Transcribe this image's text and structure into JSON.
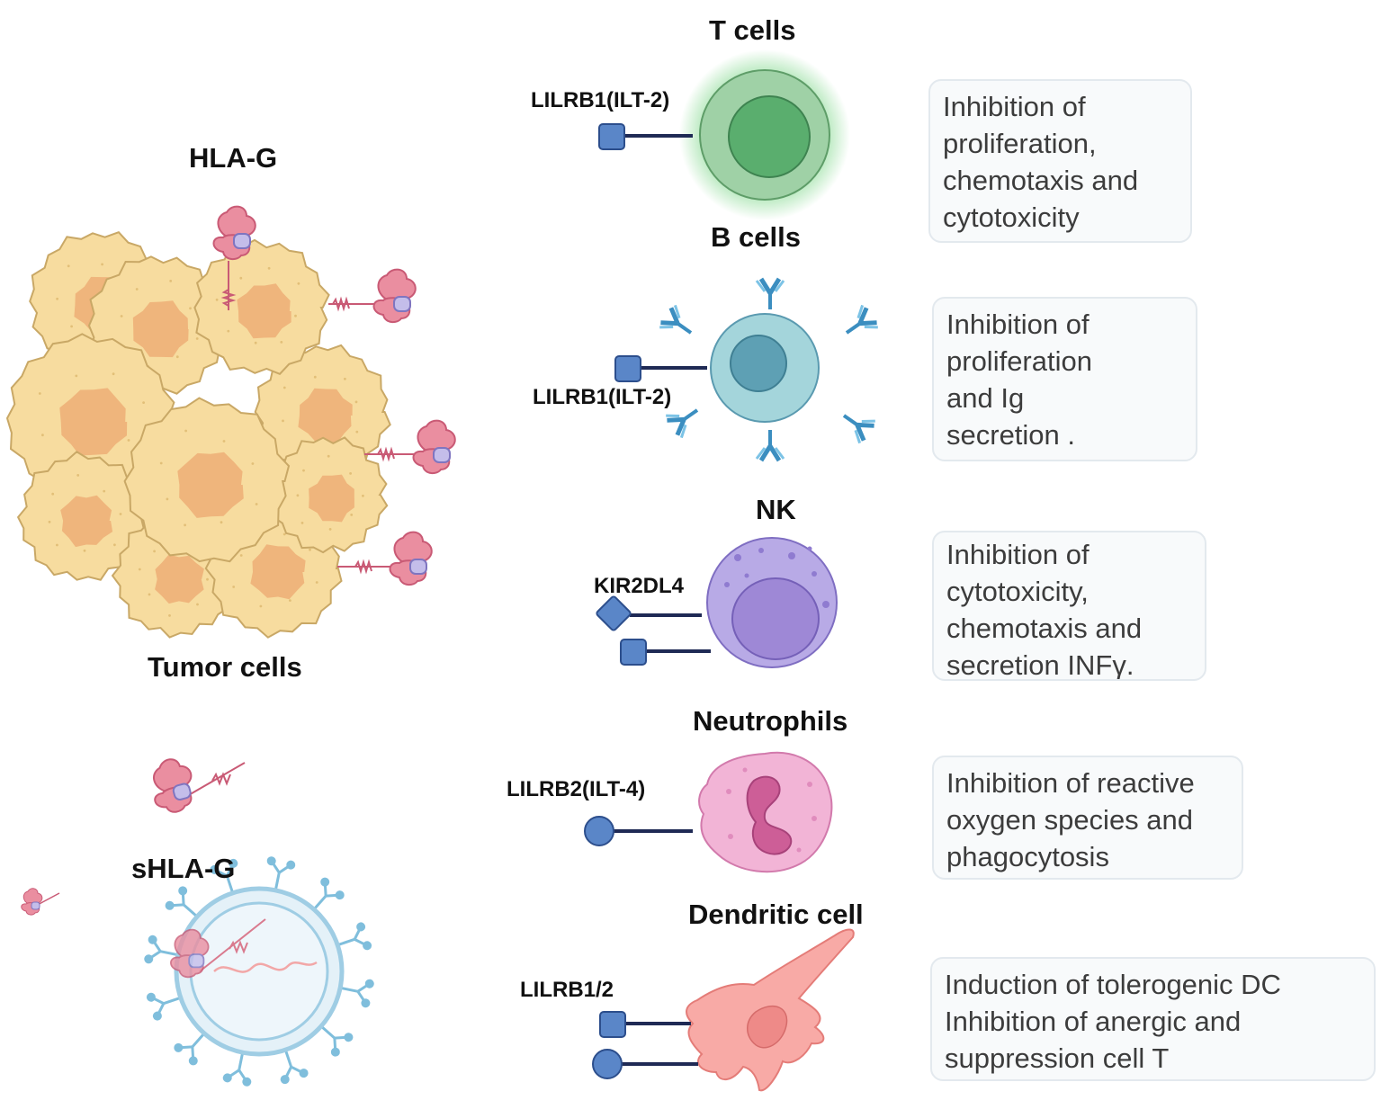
{
  "colors": {
    "tumor_fill": "#f7dc9f",
    "tumor_nucleus": "#efb57c",
    "hla_pink": "#e8889a",
    "hla_purple": "#b9b5e6",
    "receptor_blue": "#5a86c8",
    "receptor_stem": "#1f2a55",
    "t_cell": "#8fc79a",
    "b_cell": "#9cd0d6",
    "nk_cell": "#b4a5e4",
    "neutrophil": "#f1b1d4",
    "dendritic": "#f7a7a3",
    "exosome": "#7fbedc",
    "box_border": "#e3e9ee"
  },
  "left": {
    "hla_g_label": "HLA-G",
    "tumor_label": "Tumor cells",
    "shla_g_label": "sHLA-G"
  },
  "cells": [
    {
      "name": "T cells",
      "receptor": "LILRB1(ILT-2)",
      "effect": [
        "Inhibition of",
        "proliferation,",
        "chemotaxis and",
        "cytotoxicity"
      ]
    },
    {
      "name": "B cells",
      "receptor": "LILRB1(ILT-2)",
      "effect": [
        "Inhibition of",
        "proliferation",
        "and Ig",
        "secretion ."
      ]
    },
    {
      "name": "NK",
      "receptor": "KIR2DL4",
      "effect": [
        "Inhibition of",
        "cytotoxicity,",
        "chemotaxis and",
        "secretion INFγ."
      ]
    },
    {
      "name": "Neutrophils",
      "receptor": "LILRB2(ILT-4)",
      "effect": [
        "Inhibition of reactive",
        "oxygen species and",
        "phagocytosis"
      ]
    },
    {
      "name": "Dendritic cell",
      "receptor": "LILRB1/2",
      "effect": [
        "Induction of tolerogenic DC",
        "Inhibition of anergic and",
        "suppression cell T"
      ]
    }
  ]
}
